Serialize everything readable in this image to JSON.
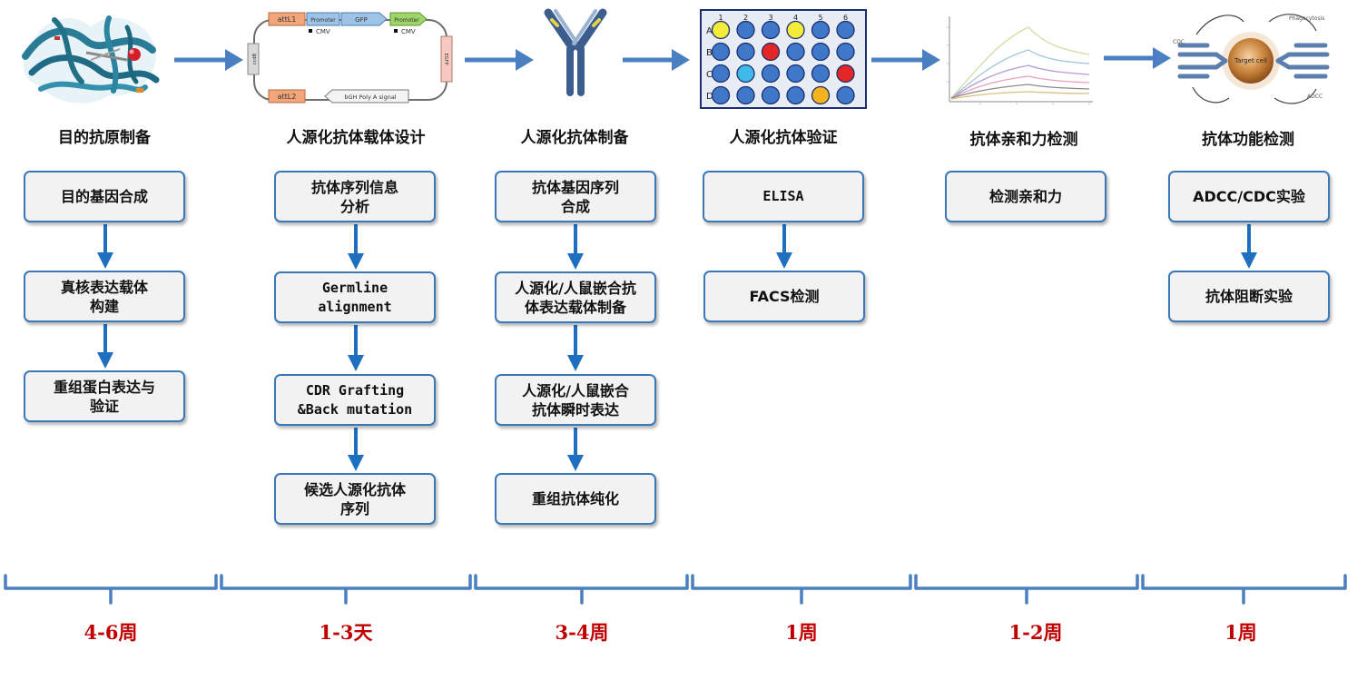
{
  "colors": {
    "box_border": "#3a78b8",
    "box_fill": "#f2f2f2",
    "arrow": "#1f6fc0",
    "stage_arrow": "#4a7fc1",
    "timeline": "#4a7fc1",
    "duration_text": "#c00000"
  },
  "stages": [
    {
      "title": "目的抗原制备",
      "image": "protein-structure-image",
      "steps": [
        "目的基因合成",
        "真核表达载体\n构建",
        "重组蛋白表达与\n验证"
      ],
      "duration": "4-6周"
    },
    {
      "title": "人源化抗体载体设计",
      "image": "plasmid-map-image",
      "image_labels": [
        "attL1",
        "Promoter",
        "GFP",
        "Promoter",
        "CMV",
        "CMV",
        "attL2",
        "bGH Poly A signal",
        "ccdB",
        "EGFP"
      ],
      "steps": [
        "抗体序列信息\n分析",
        "Germline\nalignment",
        "CDR Grafting\n&Back mutation",
        "候选人源化抗体\n序列"
      ],
      "duration": "1-3天"
    },
    {
      "title": "人源化抗体制备",
      "image": "antibody-image",
      "steps": [
        "抗体基因序列\n合成",
        "人源化/人鼠嵌合抗\n体表达载体制备",
        "人源化/人鼠嵌合\n抗体瞬时表达",
        "重组抗体纯化"
      ],
      "duration": "3-4周"
    },
    {
      "title": "人源化抗体验证",
      "image": "elisa-plate-image",
      "image_labels": {
        "cols": [
          "1",
          "2",
          "3",
          "4",
          "5",
          "6"
        ],
        "rows": [
          "A",
          "B",
          "C",
          "D"
        ]
      },
      "steps": [
        "ELISA",
        "FACS检测"
      ],
      "duration": "1周"
    },
    {
      "title": "抗体亲和力检测",
      "image": "affinity-curve-image",
      "steps": [
        "检测亲和力"
      ],
      "duration": "1-2周"
    },
    {
      "title": "抗体功能检测",
      "image": "adcc-cdc-image",
      "image_labels": [
        "Phagocytosis",
        "CDC",
        "Target cell",
        "ADCC"
      ],
      "steps": [
        "ADCC/CDC实验",
        "抗体阻断实验"
      ],
      "duration": "1周"
    }
  ]
}
